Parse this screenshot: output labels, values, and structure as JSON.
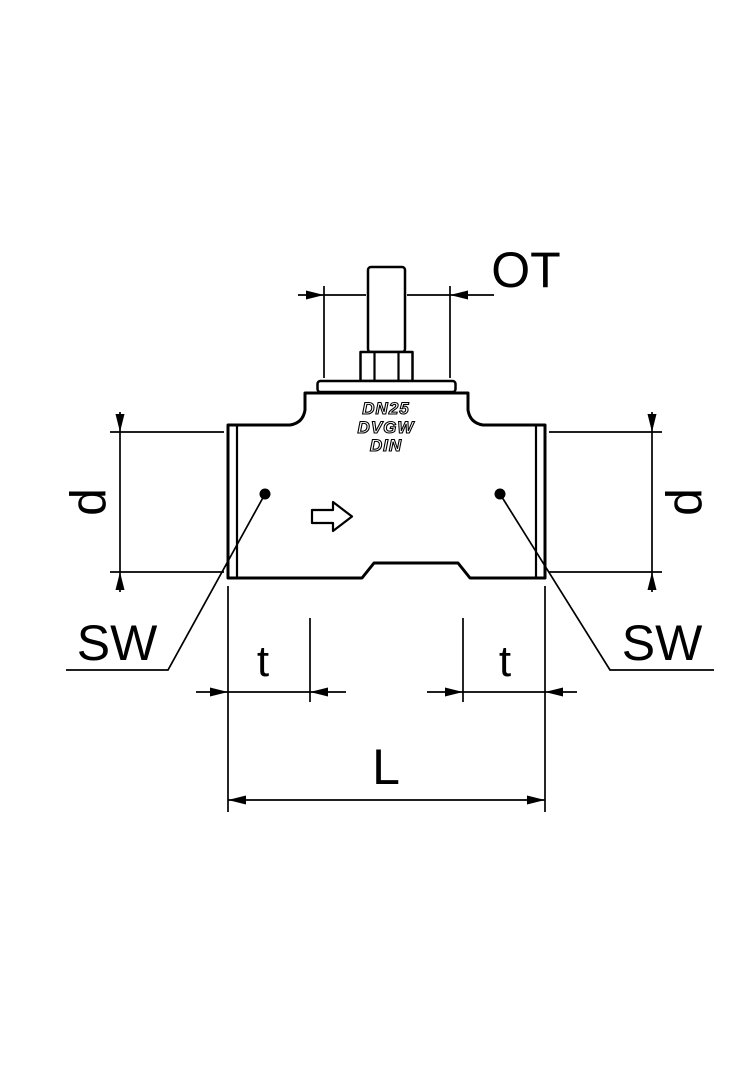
{
  "page": {
    "background": "#ffffff",
    "line_color": "#000000"
  },
  "diagram": {
    "kind": "pipe-fitting-technical-drawing",
    "labels": {
      "ot": "OT",
      "d_left": "d",
      "d_right": "d",
      "sw_left": "SW",
      "sw_right": "SW",
      "t_left": "t",
      "t_right": "t",
      "length": "L"
    },
    "markings": {
      "line1": "DN25",
      "line2": "DVGW",
      "line3": "DIN"
    }
  }
}
